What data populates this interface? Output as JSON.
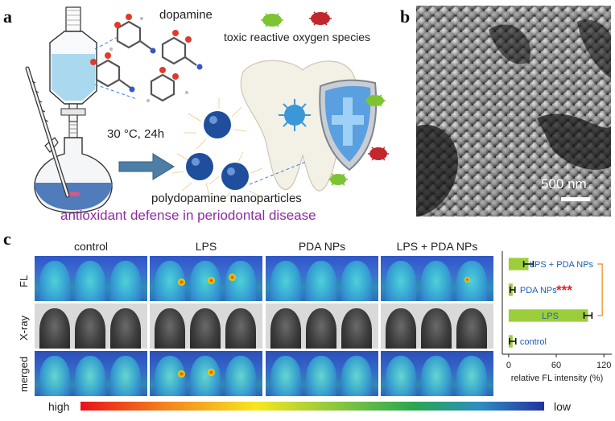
{
  "panel_a": {
    "letter": "a",
    "molecule_label": "dopamine",
    "condition": "30 °C, 24h",
    "ros_label": "toxic reactive oxygen species",
    "nanoparticle_label": "polydopamine nanoparticles",
    "caption": "antioxidant defense in periodontal disease"
  },
  "panel_b": {
    "letter": "b",
    "scale_bar": "500 nm"
  },
  "panel_c": {
    "letter": "c",
    "columns": [
      "control",
      "LPS",
      "PDA NPs",
      "LPS + PDA NPs"
    ],
    "rows": [
      "FL",
      "X-ray",
      "merged"
    ],
    "colorbar_high": "high",
    "colorbar_low": "low"
  },
  "chart_data": {
    "type": "bar",
    "orientation": "horizontal",
    "categories": [
      "LPS + PDA NPs",
      "PDA NPs",
      "LPS",
      "control"
    ],
    "values": [
      25,
      5,
      100,
      5
    ],
    "errors": [
      6,
      3,
      5,
      4
    ],
    "xlabel": "relative FL intensity (%)",
    "ylabel": "",
    "xlim": [
      -8,
      130
    ],
    "xticks": [
      0,
      60,
      120
    ],
    "significance": "***",
    "bar_color": "#9cce3b",
    "significance_color": "#e8231f",
    "bracket_color": "#f0a040"
  }
}
